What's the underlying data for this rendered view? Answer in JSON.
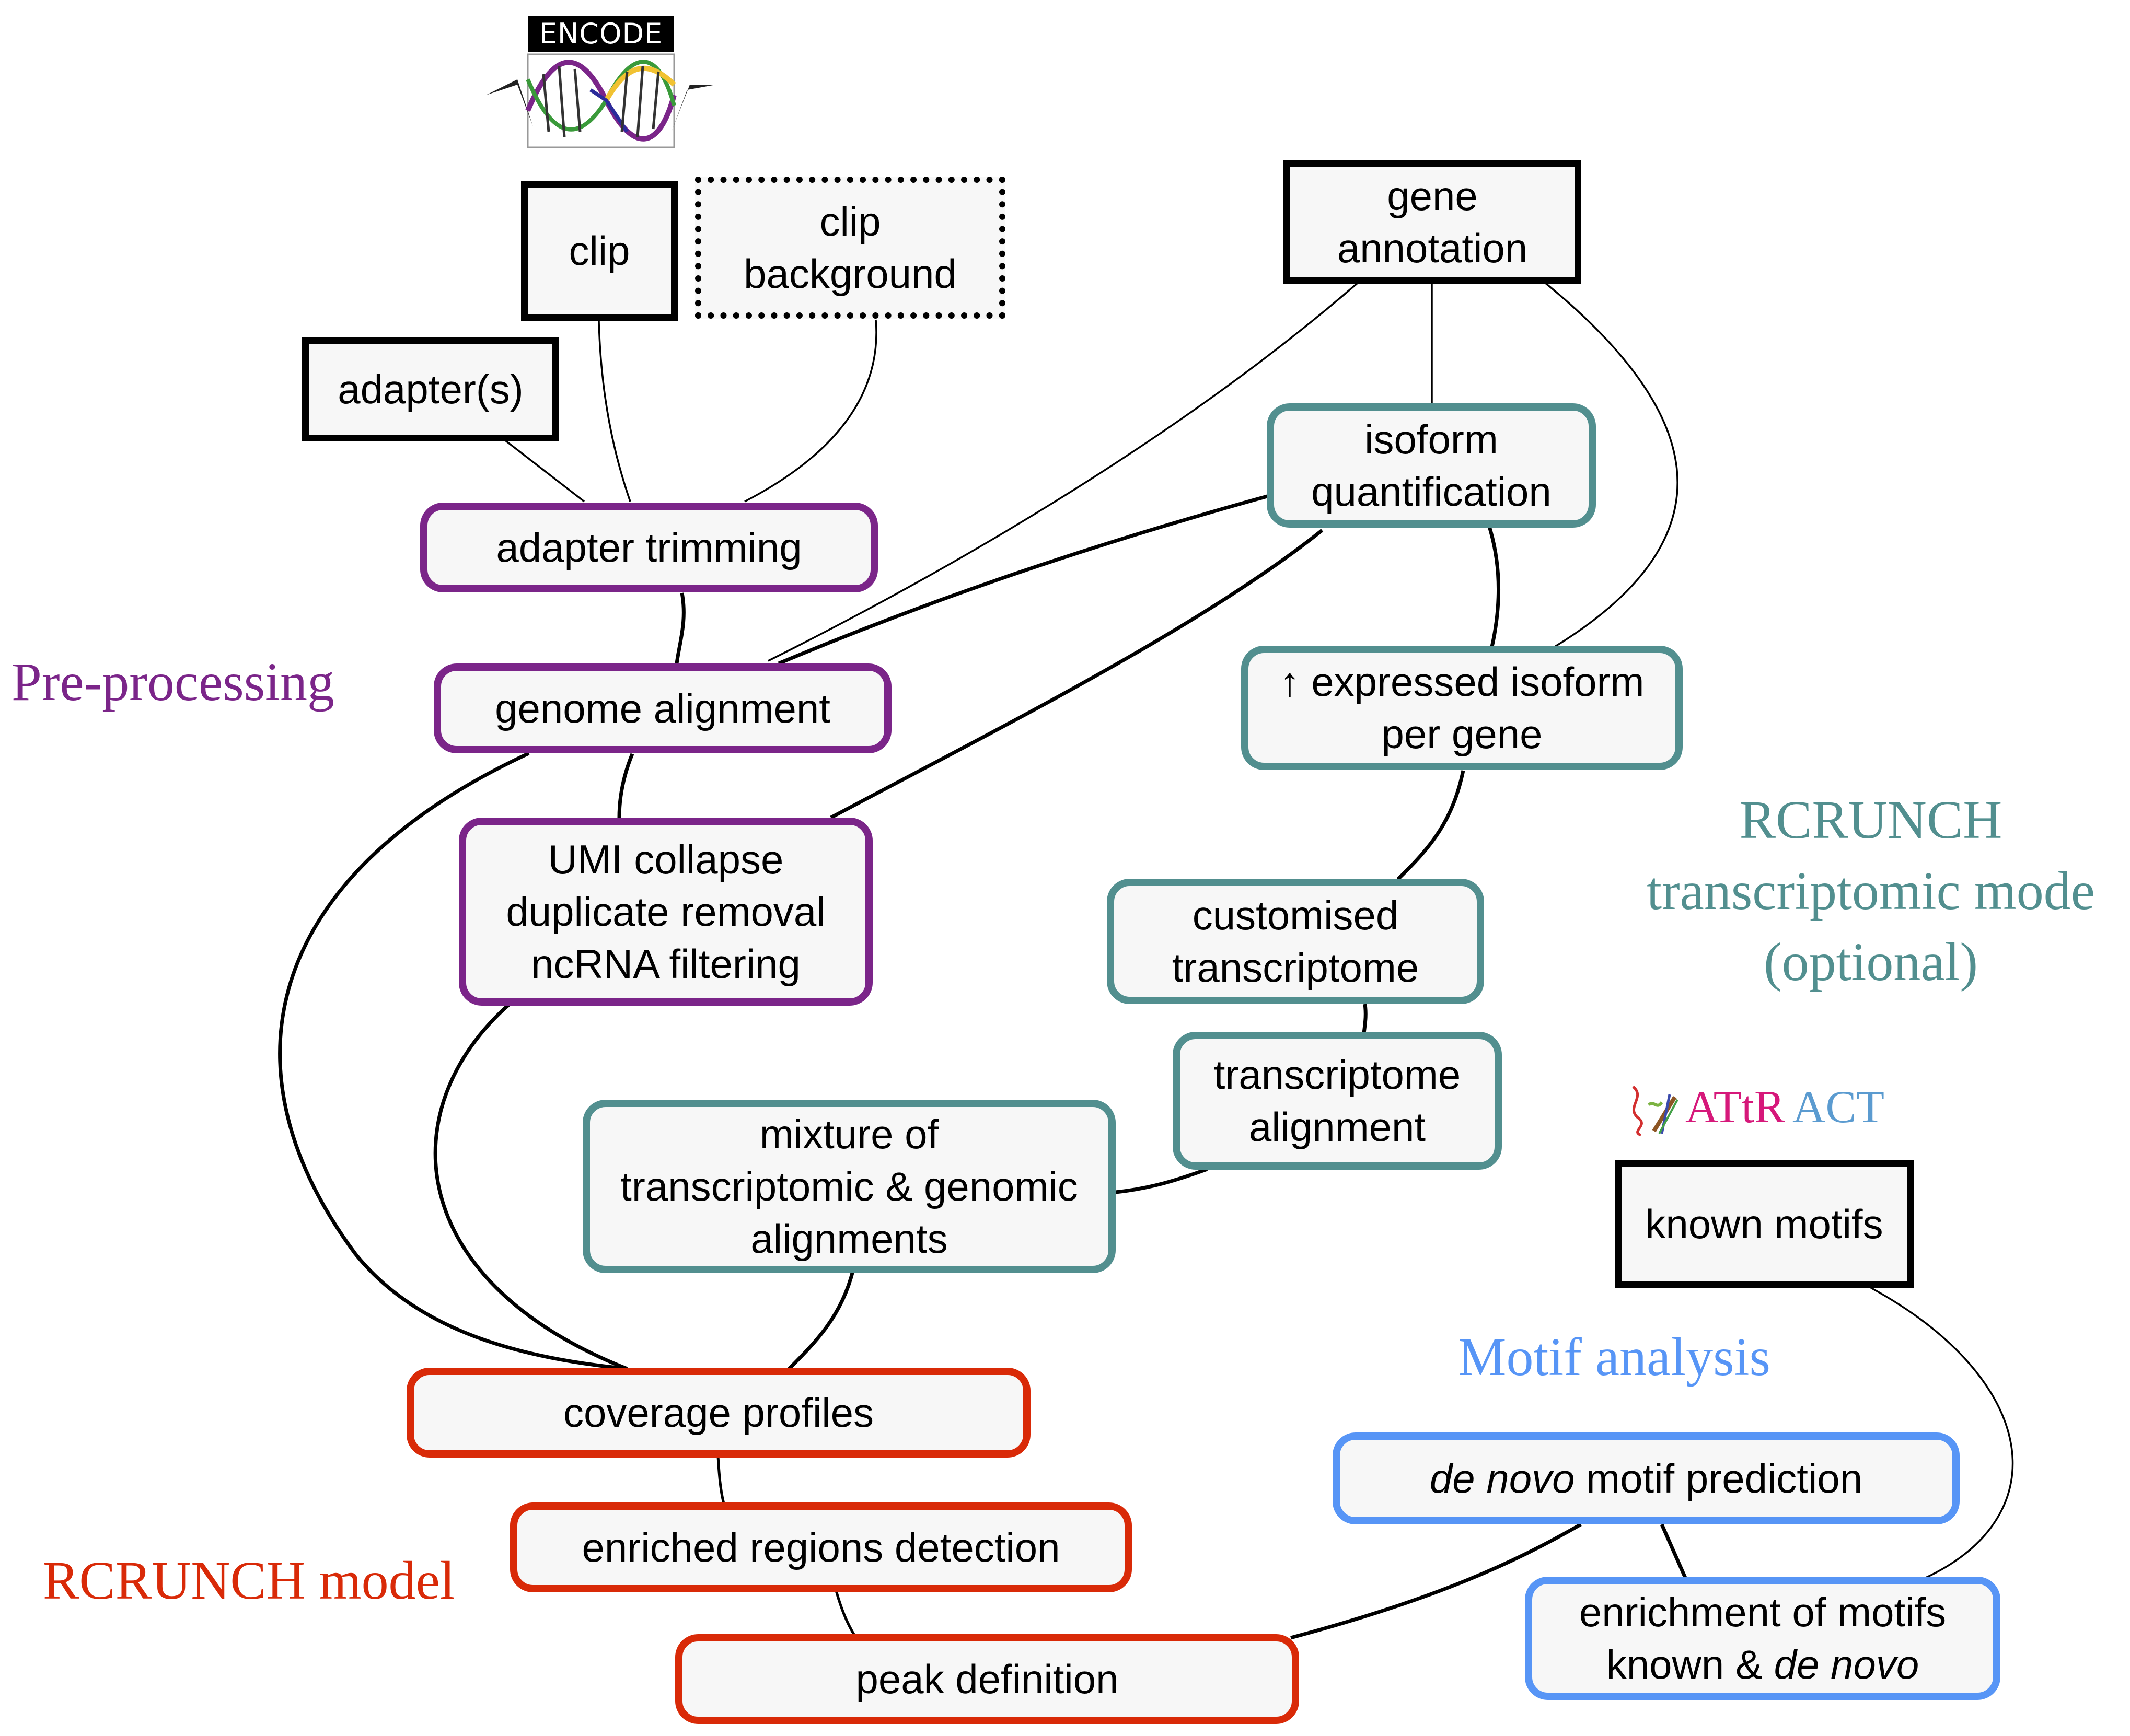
{
  "colors": {
    "preprocessing": "#7b2589",
    "transcriptomic": "#528f8f",
    "model": "#d92a08",
    "motif": "#5795f6",
    "input_border": "#000000",
    "node_fill": "#f7f7f7"
  },
  "logos": {
    "encode": {
      "label": "ENCODE",
      "icon": "dna-helix-icon"
    },
    "attract": {
      "label_a": "ATtR",
      "label_b": "ACT",
      "icon": "rna-protein-icon"
    }
  },
  "sections": {
    "preprocessing": "Pre-processing",
    "transcriptomic": [
      "RCRUNCH",
      "transcriptomic mode",
      "(optional)"
    ],
    "model": "RCRUNCH model",
    "motif": "Motif analysis"
  },
  "inputs": {
    "clip": "clip",
    "clip_background": [
      "clip",
      "background"
    ],
    "adapters": "adapter(s)",
    "gene_annotation": [
      "gene",
      "annotation"
    ],
    "known_motifs": "known motifs"
  },
  "nodes": {
    "adapter_trimming": "adapter trimming",
    "genome_alignment": "genome alignment",
    "umi": [
      "UMI collapse",
      "duplicate removal",
      "ncRNA filtering"
    ],
    "isoform_quant": [
      "isoform",
      "quantification"
    ],
    "expressed_isoform": [
      "↑ expressed isoform",
      "per gene"
    ],
    "custom_transcriptome": [
      "customised",
      "transcriptome"
    ],
    "transcriptome_alignment": [
      "transcriptome",
      "alignment"
    ],
    "mixture": [
      "mixture of",
      "transcriptomic & genomic",
      "alignments"
    ],
    "coverage": "coverage profiles",
    "enriched": "enriched regions detection",
    "peak": "peak definition",
    "denovo": {
      "italic": "de novo",
      "rest": " motif prediction"
    },
    "enrichment": {
      "line1": "enrichment of motifs",
      "line2_plain": "known & ",
      "line2_italic": "de novo"
    }
  },
  "edges": [
    {
      "from": "adapters",
      "to": "adapter_trimming"
    },
    {
      "from": "clip",
      "to": "adapter_trimming"
    },
    {
      "from": "clip_background",
      "to": "adapter_trimming"
    },
    {
      "from": "adapter_trimming",
      "to": "genome_alignment"
    },
    {
      "from": "gene_annotation",
      "to": "genome_alignment"
    },
    {
      "from": "gene_annotation",
      "to": "isoform_quant"
    },
    {
      "from": "gene_annotation",
      "to": "expressed_isoform"
    },
    {
      "from": "isoform_quant",
      "to": "genome_alignment"
    },
    {
      "from": "isoform_quant",
      "to": "umi"
    },
    {
      "from": "isoform_quant",
      "to": "expressed_isoform"
    },
    {
      "from": "genome_alignment",
      "to": "umi"
    },
    {
      "from": "genome_alignment",
      "to": "coverage"
    },
    {
      "from": "umi",
      "to": "coverage"
    },
    {
      "from": "expressed_isoform",
      "to": "custom_transcriptome"
    },
    {
      "from": "custom_transcriptome",
      "to": "transcriptome_alignment"
    },
    {
      "from": "transcriptome_alignment",
      "to": "mixture"
    },
    {
      "from": "mixture",
      "to": "coverage"
    },
    {
      "from": "coverage",
      "to": "enriched"
    },
    {
      "from": "enriched",
      "to": "peak"
    },
    {
      "from": "peak",
      "to": "denovo"
    },
    {
      "from": "denovo",
      "to": "enrichment"
    },
    {
      "from": "known_motifs",
      "to": "enrichment"
    }
  ]
}
